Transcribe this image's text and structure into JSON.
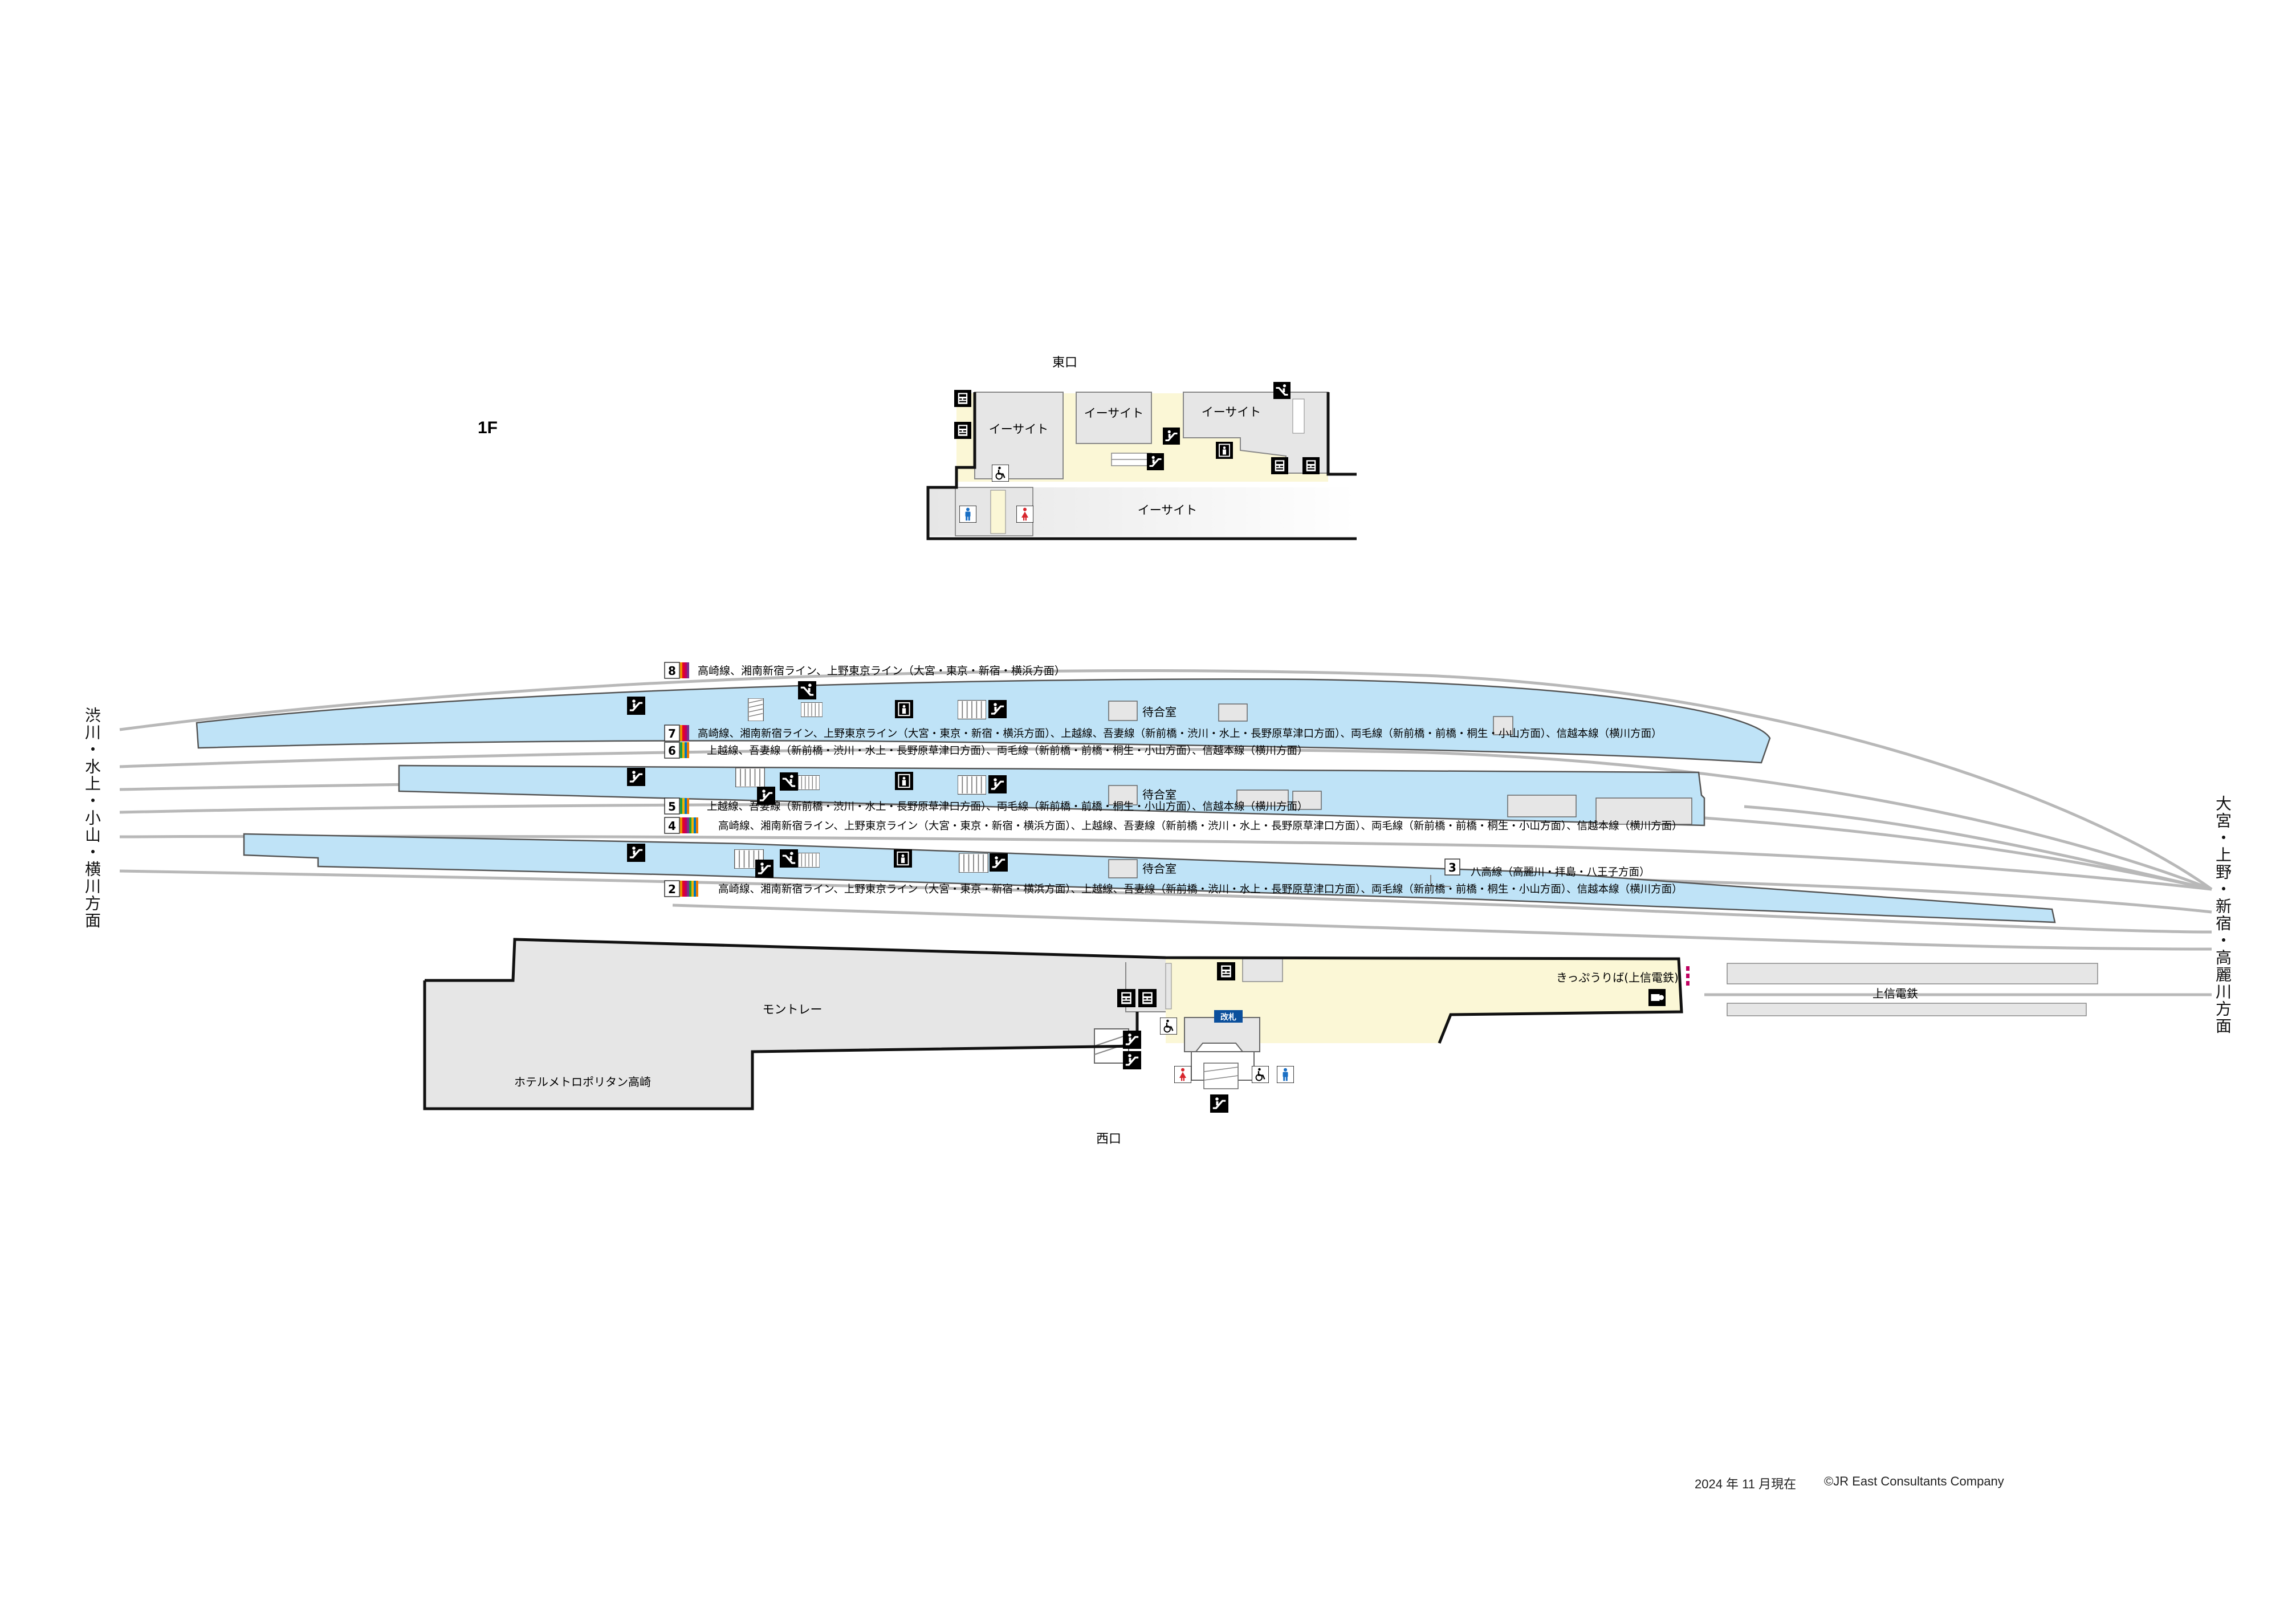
{
  "floor_label": "1F",
  "exits": {
    "east": "東口",
    "west": "西口"
  },
  "directions": {
    "left": "渋川・水上・小山・横川方面",
    "right": "大宮・上野・新宿・高麗川方面"
  },
  "shops": {
    "esite_1": "イーサイト",
    "esite_2": "イーサイト",
    "esite_3": "イーサイト",
    "esite_4": "イーサイト",
    "montrez": "モントレー",
    "hotel": "ホテルメトロポリタン高崎",
    "joshin": "上信電鉄",
    "kippu": "きっぷうりば(上信電鉄)"
  },
  "rooms": {
    "waiting_1": "待合室",
    "waiting_2": "待合室",
    "waiting_3": "待合室",
    "koban": "改札"
  },
  "tracks": [
    {
      "no": "8",
      "text": "高崎線、湘南新宿ライン、上野東京ライン（大宮・東京・新宿・横浜方面）"
    },
    {
      "no": "7",
      "text": "高崎線、湘南新宿ライン、上野東京ライン（大宮・東京・新宿・横浜方面）、上越線、吾妻線（新前橋・渋川・水上・長野原草津口方面）、両毛線（新前橋・前橋・桐生・小山方面）、信越本線（横川方面）"
    },
    {
      "no": "6",
      "text": "上越線、吾妻線（新前橋・渋川・水上・長野原草津口方面）、両毛線（新前橋・前橋・桐生・小山方面）、信越本線（横川方面）"
    },
    {
      "no": "5",
      "text": "上越線、吾妻線（新前橋・渋川・水上・長野原草津口方面）、両毛線（新前橋・前橋・桐生・小山方面）、信越本線（横川方面）"
    },
    {
      "no": "4",
      "text": "高崎線、湘南新宿ライン、上野東京ライン（大宮・東京・新宿・横浜方面）、上越線、吾妻線（新前橋・渋川・水上・長野原草津口方面）、両毛線（新前橋・前橋・桐生・小山方面）、信越本線（横川方面）"
    },
    {
      "no": "3",
      "text": "八高線（高麗川・拝島・八王子方面）"
    },
    {
      "no": "2",
      "text": "高崎線、湘南新宿ライン、上野東京ライン（大宮・東京・新宿・横浜方面）、上越線、吾妻線（新前橋・渋川・水上・長野原草津口方面）、両毛線（新前橋・前橋・桐生・小山方面）、信越本線（横川方面）"
    }
  ],
  "footer": {
    "date": "2024 年 11 月現在",
    "copyright": "©JR East Consultants Company"
  },
  "colors": {
    "platform": "#bfe3f7",
    "concourse": "#fbf7d6",
    "building": "#e6e6e6",
    "rail": "#b8b8b8",
    "wall": "#111111",
    "toilet_men": "#1a6fc4",
    "toilet_women": "#d7262d"
  },
  "icons": [
    "escalator-icon",
    "stairs-icon",
    "elevator-icon",
    "ticket-machine-icon",
    "wheelchair-icon",
    "toilet-men-icon",
    "toilet-women-icon",
    "fare-adjust-icon"
  ]
}
